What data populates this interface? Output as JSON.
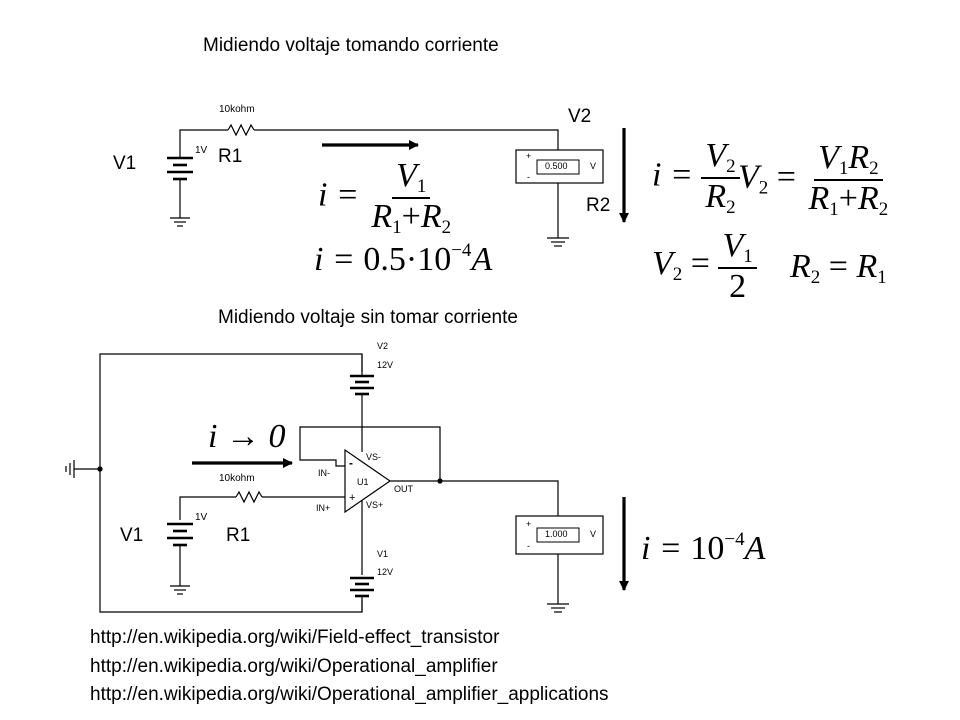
{
  "top": {
    "title": "Midiendo voltaje tomando corriente",
    "v1_label": "V1",
    "r1_label": "R1",
    "v2_label": "V2",
    "r2_label": "R2",
    "resistor_value": "10kohm",
    "source_value": "1V",
    "meter_reading": "0.500",
    "meter_unit": "V",
    "meter_plus": "+",
    "meter_minus": "-"
  },
  "bottom": {
    "title": "Midiendo voltaje sin tomar corriente",
    "v1_label": "V1",
    "r1_label": "R1",
    "resistor_value": "10kohm",
    "source_value": "1V",
    "v2_supply_name": "V2",
    "v2_supply_value": "12V",
    "v1_supply_name": "V1",
    "v1_supply_value": "12V",
    "opamp_name": "U1",
    "pin_in_minus": "IN-",
    "pin_in_plus": "IN+",
    "pin_vs_minus": "VS-",
    "pin_vs_plus": "VS+",
    "pin_out": "OUT",
    "minus_sign": "-",
    "plus_sign": "+",
    "meter_reading": "1.000",
    "meter_unit": "V",
    "meter_plus": "+",
    "meter_minus": "-"
  },
  "equations": {
    "eq1_lhs": "i =",
    "eq1_num": "V",
    "eq1_num_sub": "1",
    "eq1_den_a": "R",
    "eq1_den_a_sub": "1",
    "eq1_den_op": "+",
    "eq1_den_b": "R",
    "eq1_den_b_sub": "2",
    "eq2_lhs": "i =",
    "eq2_value": "0.5·10",
    "eq2_exp": "−4",
    "eq2_unit": "A",
    "eq3_lhs": "i =",
    "eq3_num": "V",
    "eq3_num_sub": "2",
    "eq3_den": "R",
    "eq3_den_sub": "2",
    "eq4_lhs": "V",
    "eq4_lhs_sub": "2",
    "eq4_eq": "=",
    "eq4_num_a": "V",
    "eq4_num_a_sub": "1",
    "eq4_num_b": "R",
    "eq4_num_b_sub": "2",
    "eq4_den_a": "R",
    "eq4_den_a_sub": "1",
    "eq4_den_op": "+",
    "eq4_den_b": "R",
    "eq4_den_b_sub": "2",
    "eq5_lhs": "V",
    "eq5_lhs_sub": "2",
    "eq5_eq": "=",
    "eq5_num": "V",
    "eq5_num_sub": "1",
    "eq5_den": "2",
    "eq6_a": "R",
    "eq6_a_sub": "2",
    "eq6_eq": "=",
    "eq6_b": "R",
    "eq6_b_sub": "1",
    "eq7_text": "i → 0",
    "eq8_lhs": "i =",
    "eq8_value": "10",
    "eq8_exp": "−4",
    "eq8_unit": "A"
  },
  "links": [
    "http://en.wikipedia.org/wiki/Field-effect_transistor",
    "http://en.wikipedia.org/wiki/Operational_amplifier",
    "http://en.wikipedia.org/wiki/Operational_amplifier_applications"
  ]
}
